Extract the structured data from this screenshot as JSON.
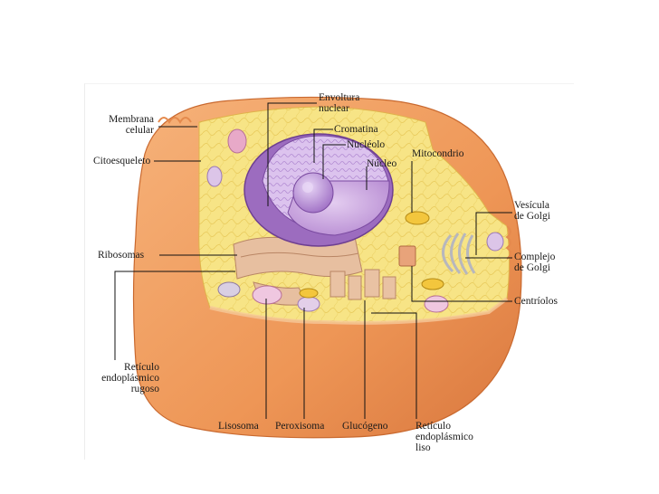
{
  "colors": {
    "membrane": "#f0a060",
    "membrane_dark": "#d9773e",
    "cytoplasm": "#f6e27a",
    "nucleus": "#a77bc7",
    "nucleolus": "#c9a5e6",
    "reticulum": "#e2b89a",
    "leader": "#111111"
  },
  "labels": {
    "membrana": [
      "Membrana",
      "celular"
    ],
    "citoesqueleto": "Citoesqueleto",
    "ribosomas": "Ribosomas",
    "reticulo_rugoso": [
      "Retículo",
      "endoplásmico",
      "rugoso"
    ],
    "envoltura": [
      "Envoltura",
      "nuclear"
    ],
    "cromatina": "Cromatina",
    "nucleolo": "Nucléolo",
    "nucleo": "Núcleo",
    "mitocondrio": "Mitocondrio",
    "vesicula": [
      "Vesícula",
      "de Golgi"
    ],
    "complejo": [
      "Complejo",
      "de Golgi"
    ],
    "centriolos": "Centríolos",
    "lisosoma": "Lisosoma",
    "peroxisoma": "Peroxisoma",
    "glucogeno": "Glucógeno",
    "reticulo_liso": [
      "Retículo",
      "endoplásmico",
      "liso"
    ]
  }
}
